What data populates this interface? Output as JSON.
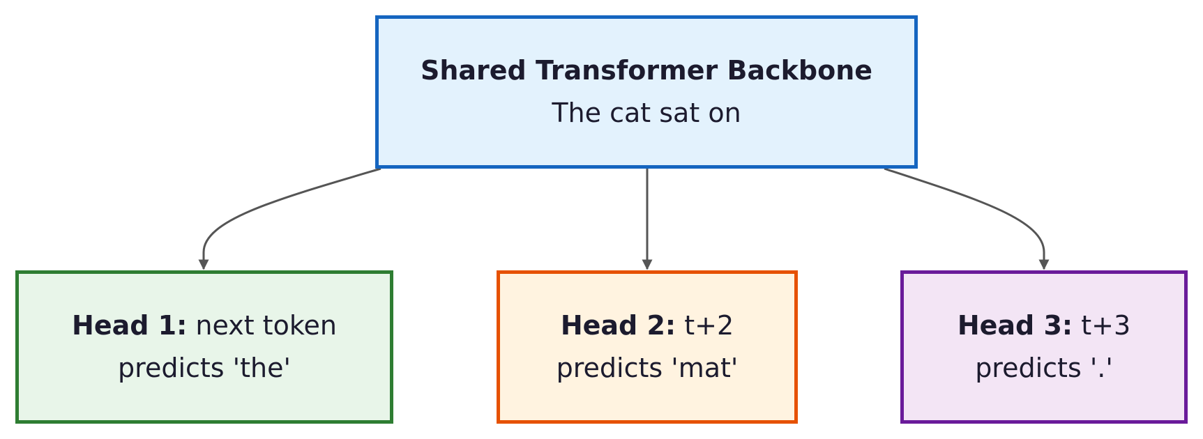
{
  "backbone": {
    "title": "Shared Transformer Backbone",
    "text": "The cat sat on",
    "fill": "#e3f2fd",
    "border": "#1565c0"
  },
  "heads": [
    {
      "label": "Head 1:",
      "task": "next token",
      "prediction": "predicts 'the'",
      "fill": "#e8f5e9",
      "border": "#2e7d32"
    },
    {
      "label": "Head 2:",
      "task": "t+2",
      "prediction": "predicts 'mat'",
      "fill": "#fff3e0",
      "border": "#e65100"
    },
    {
      "label": "Head 3:",
      "task": "t+3",
      "prediction": "predicts '.'",
      "fill": "#f3e5f5",
      "border": "#6a1b9a"
    }
  ],
  "edge_color": "#555555"
}
